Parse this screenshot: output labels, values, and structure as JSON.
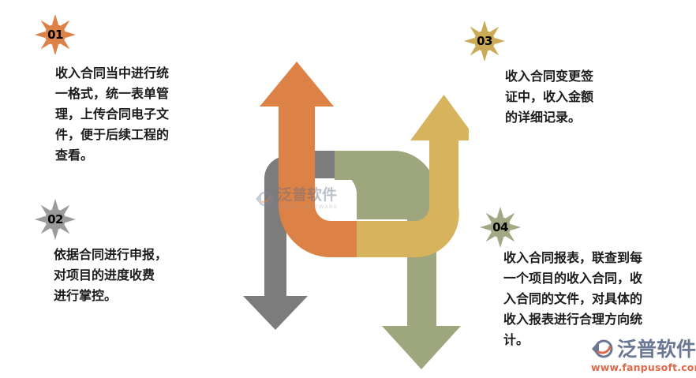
{
  "colors": {
    "orange": "#DD8247",
    "gray": "#7C7C7C",
    "gold": "#D6B35C",
    "sage": "#9DA67C",
    "badge_orange": "#DD8247",
    "badge_gray": "#9A9A9A",
    "badge_gold": "#CBAA55",
    "badge_sage": "#A2A883",
    "text": "#1b1b1b",
    "logo_blue": "#6a7894",
    "logo_orange": "#e0674a",
    "background": "#ffffff"
  },
  "blocks": [
    {
      "number": "01",
      "color_name": "orange",
      "text": "收入合同当中进行统\n一格式，统一表单管\n理，上传合同电子文\n件，便于后续工程的\n查看。"
    },
    {
      "number": "02",
      "color_name": "gray",
      "text": "依据合同进行申报，\n对项目的进度收费\n进行掌控。"
    },
    {
      "number": "03",
      "color_name": "gold",
      "text": "收入合同变更签\n证中，收入金额\n的详细记录。"
    },
    {
      "number": "04",
      "color_name": "sage",
      "text": "收入合同报表，联查到每\n一个项目的收入合同，收\n入合同的文件，对具体的\n收入报表进行合理方向统\n计。"
    }
  ],
  "diagram": {
    "arrows": [
      {
        "id": "orange-arrow",
        "label": "orange-up-arrow",
        "direction": "up",
        "color": "#DD8247"
      },
      {
        "id": "gray-arrow",
        "label": "gray-down-arrow",
        "direction": "down",
        "color": "#7C7C7C"
      },
      {
        "id": "gold-arrow",
        "label": "gold-up-arrow",
        "direction": "up",
        "color": "#D6B35C"
      },
      {
        "id": "sage-arrow",
        "label": "sage-down-arrow",
        "direction": "down",
        "color": "#9DA67C"
      }
    ]
  },
  "center_watermark": {
    "cn": "泛普软件",
    "en": "FANPU SOFTWARE"
  },
  "corner_logo": {
    "cn": "泛普软件",
    "url": "www.fanpusoft.com"
  }
}
